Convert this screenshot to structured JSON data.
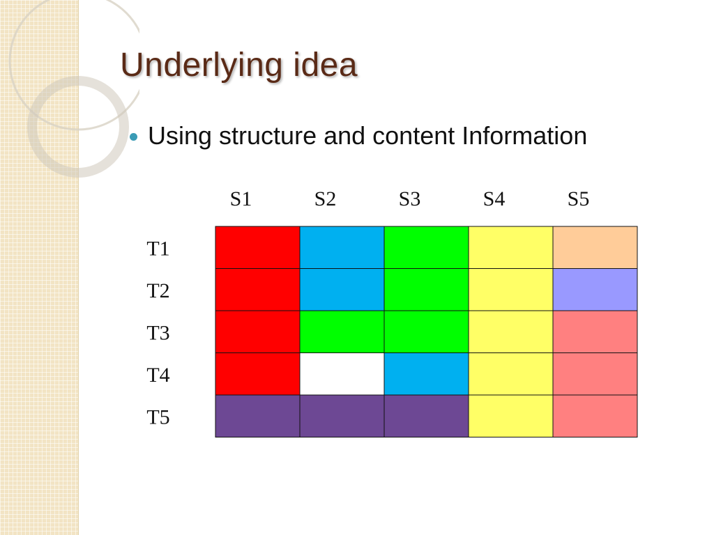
{
  "slide": {
    "title": "Underlying idea",
    "bullets": [
      {
        "text": "Using structure and content Information"
      }
    ]
  },
  "colors": {
    "red": "#ff0000",
    "blue": "#00b0f0",
    "green": "#00ff00",
    "yellow": "#ffff66",
    "peach": "#ffcc99",
    "lavender": "#9999ff",
    "salmon": "#ff8080",
    "white": "#ffffff",
    "purple": "#6d4894",
    "title": "#5a2a16",
    "bullet": "#3a9bb5"
  },
  "grid": {
    "columns": [
      "S1",
      "S2",
      "S3",
      "S4",
      "S5"
    ],
    "rows": [
      {
        "label": "T1",
        "cells": [
          "red",
          "blue",
          "green",
          "yellow",
          "peach"
        ]
      },
      {
        "label": "T2",
        "cells": [
          "red",
          "blue",
          "green",
          "yellow",
          "lavender"
        ]
      },
      {
        "label": "T3",
        "cells": [
          "red",
          "green",
          "green",
          "yellow",
          "salmon"
        ]
      },
      {
        "label": "T4",
        "cells": [
          "red",
          "white",
          "blue",
          "yellow",
          "salmon"
        ]
      },
      {
        "label": "T5",
        "cells": [
          "purple",
          "purple",
          "purple",
          "yellow",
          "salmon"
        ]
      }
    ]
  }
}
